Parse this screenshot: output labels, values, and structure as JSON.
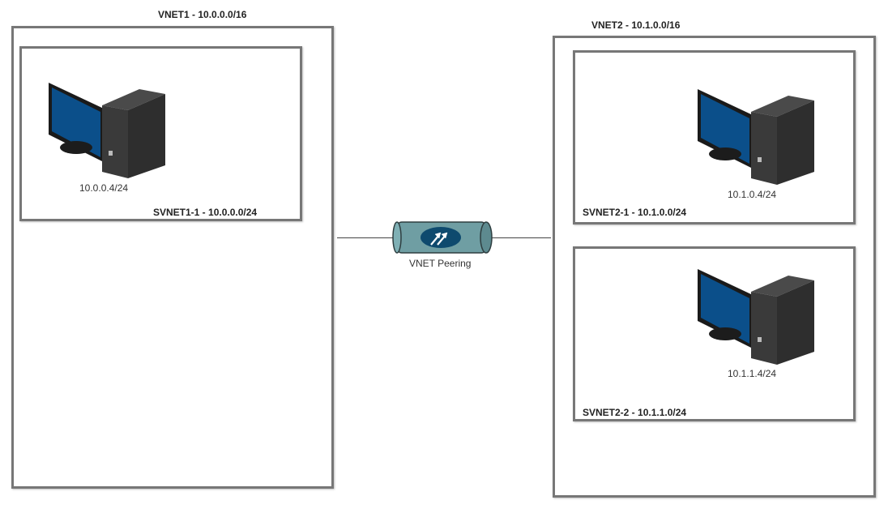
{
  "vnet1": {
    "title": "VNET1 - 10.0.0.0/16",
    "subnet1": {
      "title": "SVNET1-1 - 10.0.0.0/24",
      "host_ip": "10.0.0.4/24"
    }
  },
  "vnet2": {
    "title": "VNET2 - 10.1.0.0/16",
    "subnet1": {
      "title": "SVNET2-1 - 10.1.0.0/24",
      "host_ip": "10.1.0.4/24"
    },
    "subnet2": {
      "title": "SVNET2-2 - 10.1.1.0/24",
      "host_ip": "10.1.1.4/24"
    }
  },
  "peering": {
    "label": "VNET Peering",
    "icon": "gateway-arrows-icon"
  },
  "colors": {
    "border": "#777777",
    "screen": "#0b4f8a",
    "tower": "#2a2a2a",
    "cylinder": "#6f9ea3",
    "arrow_badge": "#0e4a6e"
  }
}
